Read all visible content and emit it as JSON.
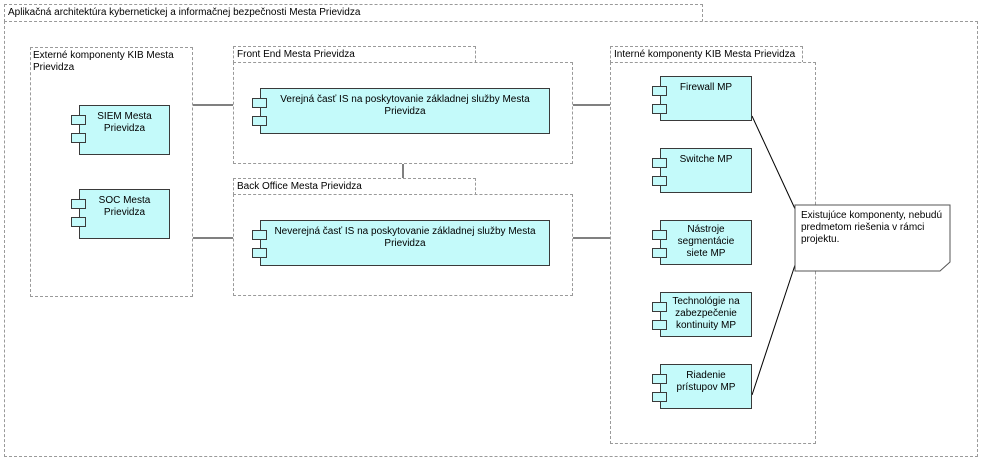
{
  "outer": {
    "title": "Aplikačná architektúra kybernetickej a informačnej bezpečnosti Mesta Prievidza"
  },
  "groups": {
    "external": {
      "title": "Externé komponenty KIB Mesta Prievidza"
    },
    "frontend": {
      "title": "Front End Mesta Prievidza"
    },
    "backoffice": {
      "title": "Back Office Mesta Prievidza"
    },
    "internal": {
      "title": "Interné komponenty KIB Mesta Prievidza"
    }
  },
  "components": {
    "siem": "SIEM Mesta Prievidza",
    "soc": "SOC Mesta Prievidza",
    "public_is": "Verejná časť IS na poskytovanie základnej služby Mesta Prievidza",
    "private_is": "Neverejná časť IS na poskytovanie základnej služby Mesta Prievidza",
    "firewall": "Firewall MP",
    "switche": "Switche MP",
    "segmentation": "Nástroje segmentácie siete MP",
    "continuity": "Technológie na zabezpečenie kontinuity MP",
    "access": "Riadenie prístupov MP"
  },
  "note": {
    "text": "Existujúce komponenty, nebudú predmetom riešenia v rámci projektu."
  },
  "colors": {
    "component_fill": "#c4fafa",
    "border": "#3a3a3a",
    "dashed": "#9a9a9a"
  }
}
